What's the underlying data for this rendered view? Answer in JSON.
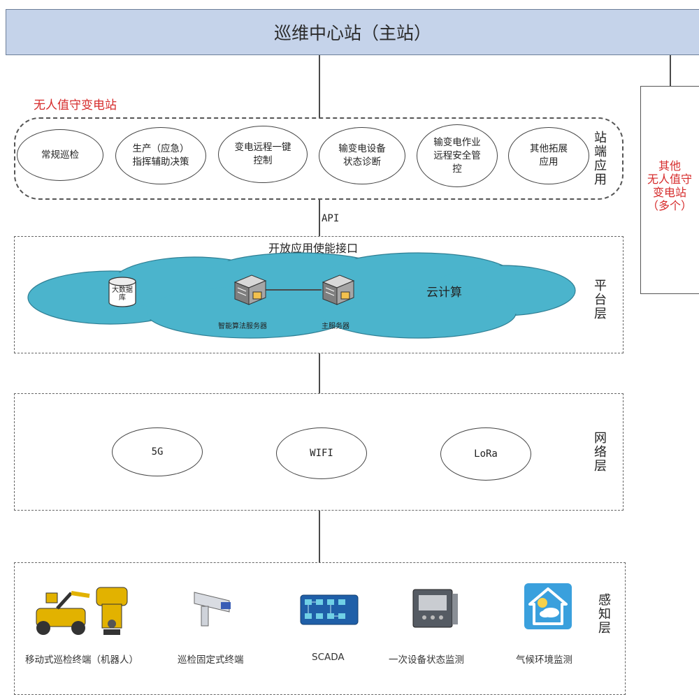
{
  "header": {
    "title": "巡维中心站（主站）"
  },
  "unattended_station": {
    "label": "无人值守变电站"
  },
  "other_stations": {
    "lines": [
      "其他",
      "无人值守",
      "变电站",
      "（多个）"
    ]
  },
  "station_app": {
    "side_label": [
      "站",
      "端",
      "应",
      "用"
    ],
    "items": [
      {
        "lines": [
          "常规巡检"
        ]
      },
      {
        "lines": [
          "生产（应急）",
          "指挥辅助决策"
        ]
      },
      {
        "lines": [
          "变电远程一键",
          "控制"
        ]
      },
      {
        "lines": [
          "输变电设备",
          "状态诊断"
        ]
      },
      {
        "lines": [
          "输变电作业",
          "远程安全管",
          "控"
        ]
      },
      {
        "lines": [
          "其他拓展",
          "应用"
        ]
      }
    ]
  },
  "api_label": "API",
  "platform": {
    "open_api_label": "开放应用使能接口",
    "side_label": [
      "平",
      "台",
      "层"
    ],
    "cloud_label": "云计算",
    "database_label": [
      "大数据",
      "库"
    ],
    "server_labels": [
      "智能算法服务器",
      "主服务器"
    ]
  },
  "network": {
    "side_label": [
      "网",
      "络",
      "层"
    ],
    "items": [
      "5G",
      "WIFI",
      "LoRa"
    ]
  },
  "perception": {
    "side_label": [
      "感",
      "知",
      "层"
    ],
    "devices": [
      "移动式巡检终端（机器人）",
      "巡检固定式终端",
      "SCADA",
      "一次设备状态监测",
      "气候环境监测"
    ]
  },
  "colors": {
    "header_bg": "#c5d3ea",
    "accent_red": "#d62b2b",
    "cloud": "#4bb4cc"
  }
}
